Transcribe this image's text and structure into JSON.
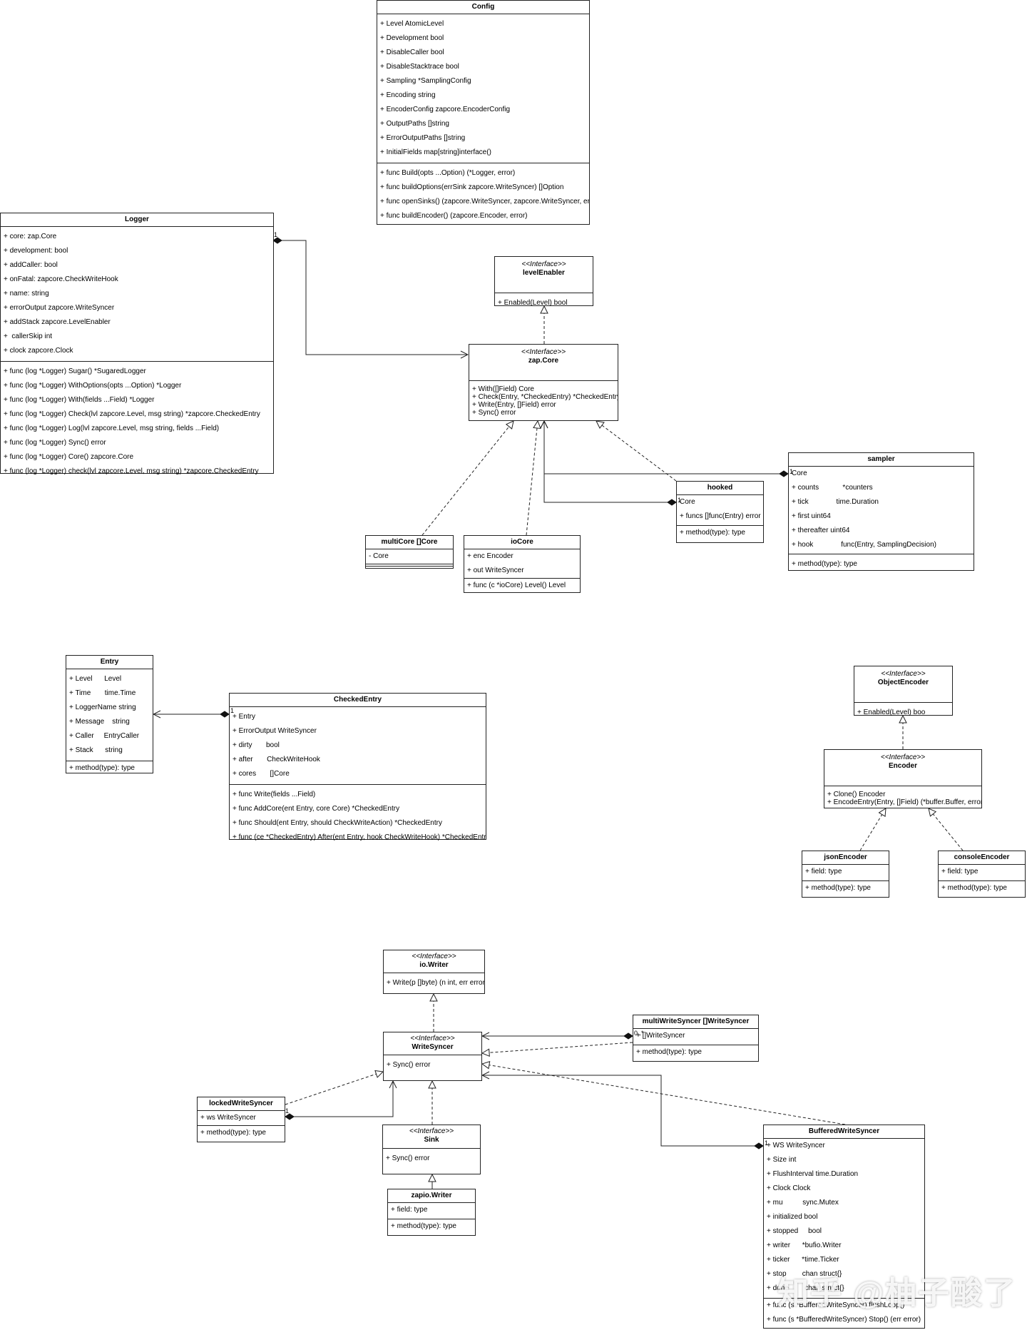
{
  "config": {
    "title": "Config",
    "fields": [
      "+ Level AtomicLevel",
      "+ Development bool",
      "+ DisableCaller bool",
      "+ DisableStacktrace bool",
      "+ Sampling *SamplingConfig",
      "+ Encoding string",
      "+ EncoderConfig zapcore.EncoderConfig",
      "+ OutputPaths []string",
      "+ ErrorOutputPaths []string",
      "+ InitialFields map[string]interface()"
    ],
    "methods": [
      "+ func Build(opts ...Option) (*Logger, error)",
      "+ func buildOptions(errSink zapcore.WriteSyncer) []Option",
      "+ func openSinks() (zapcore.WriteSyncer, zapcore.WriteSyncer, error)",
      "+ func buildEncoder() (zapcore.Encoder, error)"
    ]
  },
  "logger": {
    "title": "Logger",
    "fields": [
      "+ core: zap.Core",
      "+ development: bool",
      "+ addCaller: bool",
      "+ onFatal: zapcore.CheckWriteHook",
      "+ name: string",
      "+ errorOutput zapcore.WriteSyncer",
      "+ addStack zapcore.LevelEnabler",
      "+  callerSkip int",
      "+ clock zapcore.Clock"
    ],
    "methods": [
      "+ func (log *Logger) Sugar() *SugaredLogger",
      "+ func (log *Logger) WithOptions(opts ...Option) *Logger",
      "+ func (log *Logger) With(fields ...Field) *Logger",
      "+ func (log *Logger) Check(lvl zapcore.Level, msg string) *zapcore.CheckedEntry",
      "+ func (log *Logger) Log(lvl zapcore.Level, msg string, fields ...Field)",
      "+ func (log *Logger) Sync() error",
      "+ func (log *Logger) Core() zapcore.Core",
      "+ func (log *Logger) check(lvl zapcore.Level, msg string) *zapcore.CheckedEntry"
    ],
    "multiplicity": "1"
  },
  "level_enabler": {
    "stereotype": "<<Interface>>",
    "title": "levelEnabler",
    "methods": [
      "+ Enabled(Level) bool"
    ]
  },
  "zap_core": {
    "stereotype": "<<Interface>>",
    "title": "zap.Core",
    "methods": [
      "+ With([]Field) Core",
      "+ Check(Entry, *CheckedEntry) *CheckedEntry",
      "+ Write(Entry, []Field) error",
      "+ Sync() error"
    ]
  },
  "sampler": {
    "title": "sampler",
    "fields": [
      "Core",
      "+ counts            *counters",
      "+ tick              time.Duration",
      "+ first uint64",
      "+ thereafter uint64",
      "+ hook              func(Entry, SamplingDecision)"
    ],
    "methods": [
      "+ method(type): type"
    ],
    "multiplicity": "1"
  },
  "hooked": {
    "title": "hooked",
    "fields": [
      "Core",
      "+ funcs []func(Entry) error"
    ],
    "methods": [
      "+ method(type): type"
    ],
    "multiplicity": "1"
  },
  "multi_core": {
    "title": "multiCore []Core",
    "fields": [
      "- Core"
    ]
  },
  "io_core": {
    "title": "ioCore",
    "fields": [
      "+ enc Encoder",
      "+ out WriteSyncer"
    ],
    "methods": [
      "+ func (c *ioCore) Level() Level"
    ]
  },
  "entry": {
    "title": "Entry",
    "fields": [
      "+ Level      Level",
      "+ Time       time.Time",
      "+ LoggerName string",
      "+ Message    string",
      "+ Caller     EntryCaller",
      "+ Stack      string"
    ],
    "methods": [
      "+ method(type): type"
    ]
  },
  "checked_entry": {
    "title": "CheckedEntry",
    "fields": [
      "+ Entry",
      "+ ErrorOutput WriteSyncer",
      "+ dirty       bool",
      "+ after       CheckWriteHook",
      "+ cores       []Core"
    ],
    "methods": [
      "+ func Write(fields ...Field)",
      "+ func AddCore(ent Entry, core Core) *CheckedEntry",
      "+ func Should(ent Entry, should CheckWriteAction) *CheckedEntry",
      "+ func (ce *CheckedEntry) After(ent Entry, hook CheckWriteHook) *CheckedEntry"
    ],
    "multiplicity": "1"
  },
  "object_encoder": {
    "stereotype": "<<Interface>>",
    "title": "ObjectEncoder",
    "methods": [
      "+ Enabled(Level) boo"
    ]
  },
  "encoder": {
    "stereotype": "<<Interface>>",
    "title": "Encoder",
    "methods": [
      "+ Clone() Encoder",
      "+ EncodeEntry(Entry, []Field) (*buffer.Buffer, error)"
    ]
  },
  "json_encoder": {
    "title": "jsonEncoder",
    "fields": [
      "+ field: type"
    ],
    "methods": [
      "+ method(type): type"
    ]
  },
  "console_encoder": {
    "title": "consoleEncoder",
    "fields": [
      "+ field: type"
    ],
    "methods": [
      "+ method(type): type"
    ]
  },
  "io_writer": {
    "stereotype": "<<Interface>>",
    "title": "io.Writer",
    "methods": [
      "+ Write(p []byte) (n int, err error)"
    ]
  },
  "write_syncer": {
    "stereotype": "<<Interface>>",
    "title": "WriteSyncer",
    "methods": [
      "+ Sync() error"
    ]
  },
  "multi_write_syncer": {
    "title": "multiWriteSyncer []WriteSyncer",
    "fields": [
      "+ []WriteSyncer"
    ],
    "methods": [
      "+ method(type): type"
    ],
    "multiplicity": "0..*"
  },
  "locked_write_syncer": {
    "title": "lockedWriteSyncer",
    "fields": [
      "+ ws WriteSyncer"
    ],
    "methods": [
      "+ method(type): type"
    ],
    "multiplicity": "1"
  },
  "sink": {
    "stereotype": "<<Interface>>",
    "title": "Sink",
    "methods": [
      "+ Sync() error"
    ]
  },
  "zapio_writer": {
    "title": "zapio.Writer",
    "fields": [
      "+ field: type"
    ],
    "methods": [
      "+ method(type): type"
    ]
  },
  "buffered_write_syncer": {
    "title": "BufferedWriteSyncer",
    "fields": [
      "+ WS WriteSyncer",
      "+ Size int",
      "+ FlushInterval time.Duration",
      "+ Clock Clock",
      "+ mu          sync.Mutex",
      "+ initialized bool",
      "+ stopped     bool",
      "+ writer      *bufio.Writer",
      "+ ticker      *time.Ticker",
      "+ stop        chan struct{}",
      "+ done        chan struct{}"
    ],
    "methods": [
      "+ func (s *BufferedWriteSyncer) flushLoop()",
      "+ func (s *BufferedWriteSyncer) Stop() (err error)"
    ],
    "multiplicity": "1"
  },
  "watermark": "知乎 @柚子酸了"
}
